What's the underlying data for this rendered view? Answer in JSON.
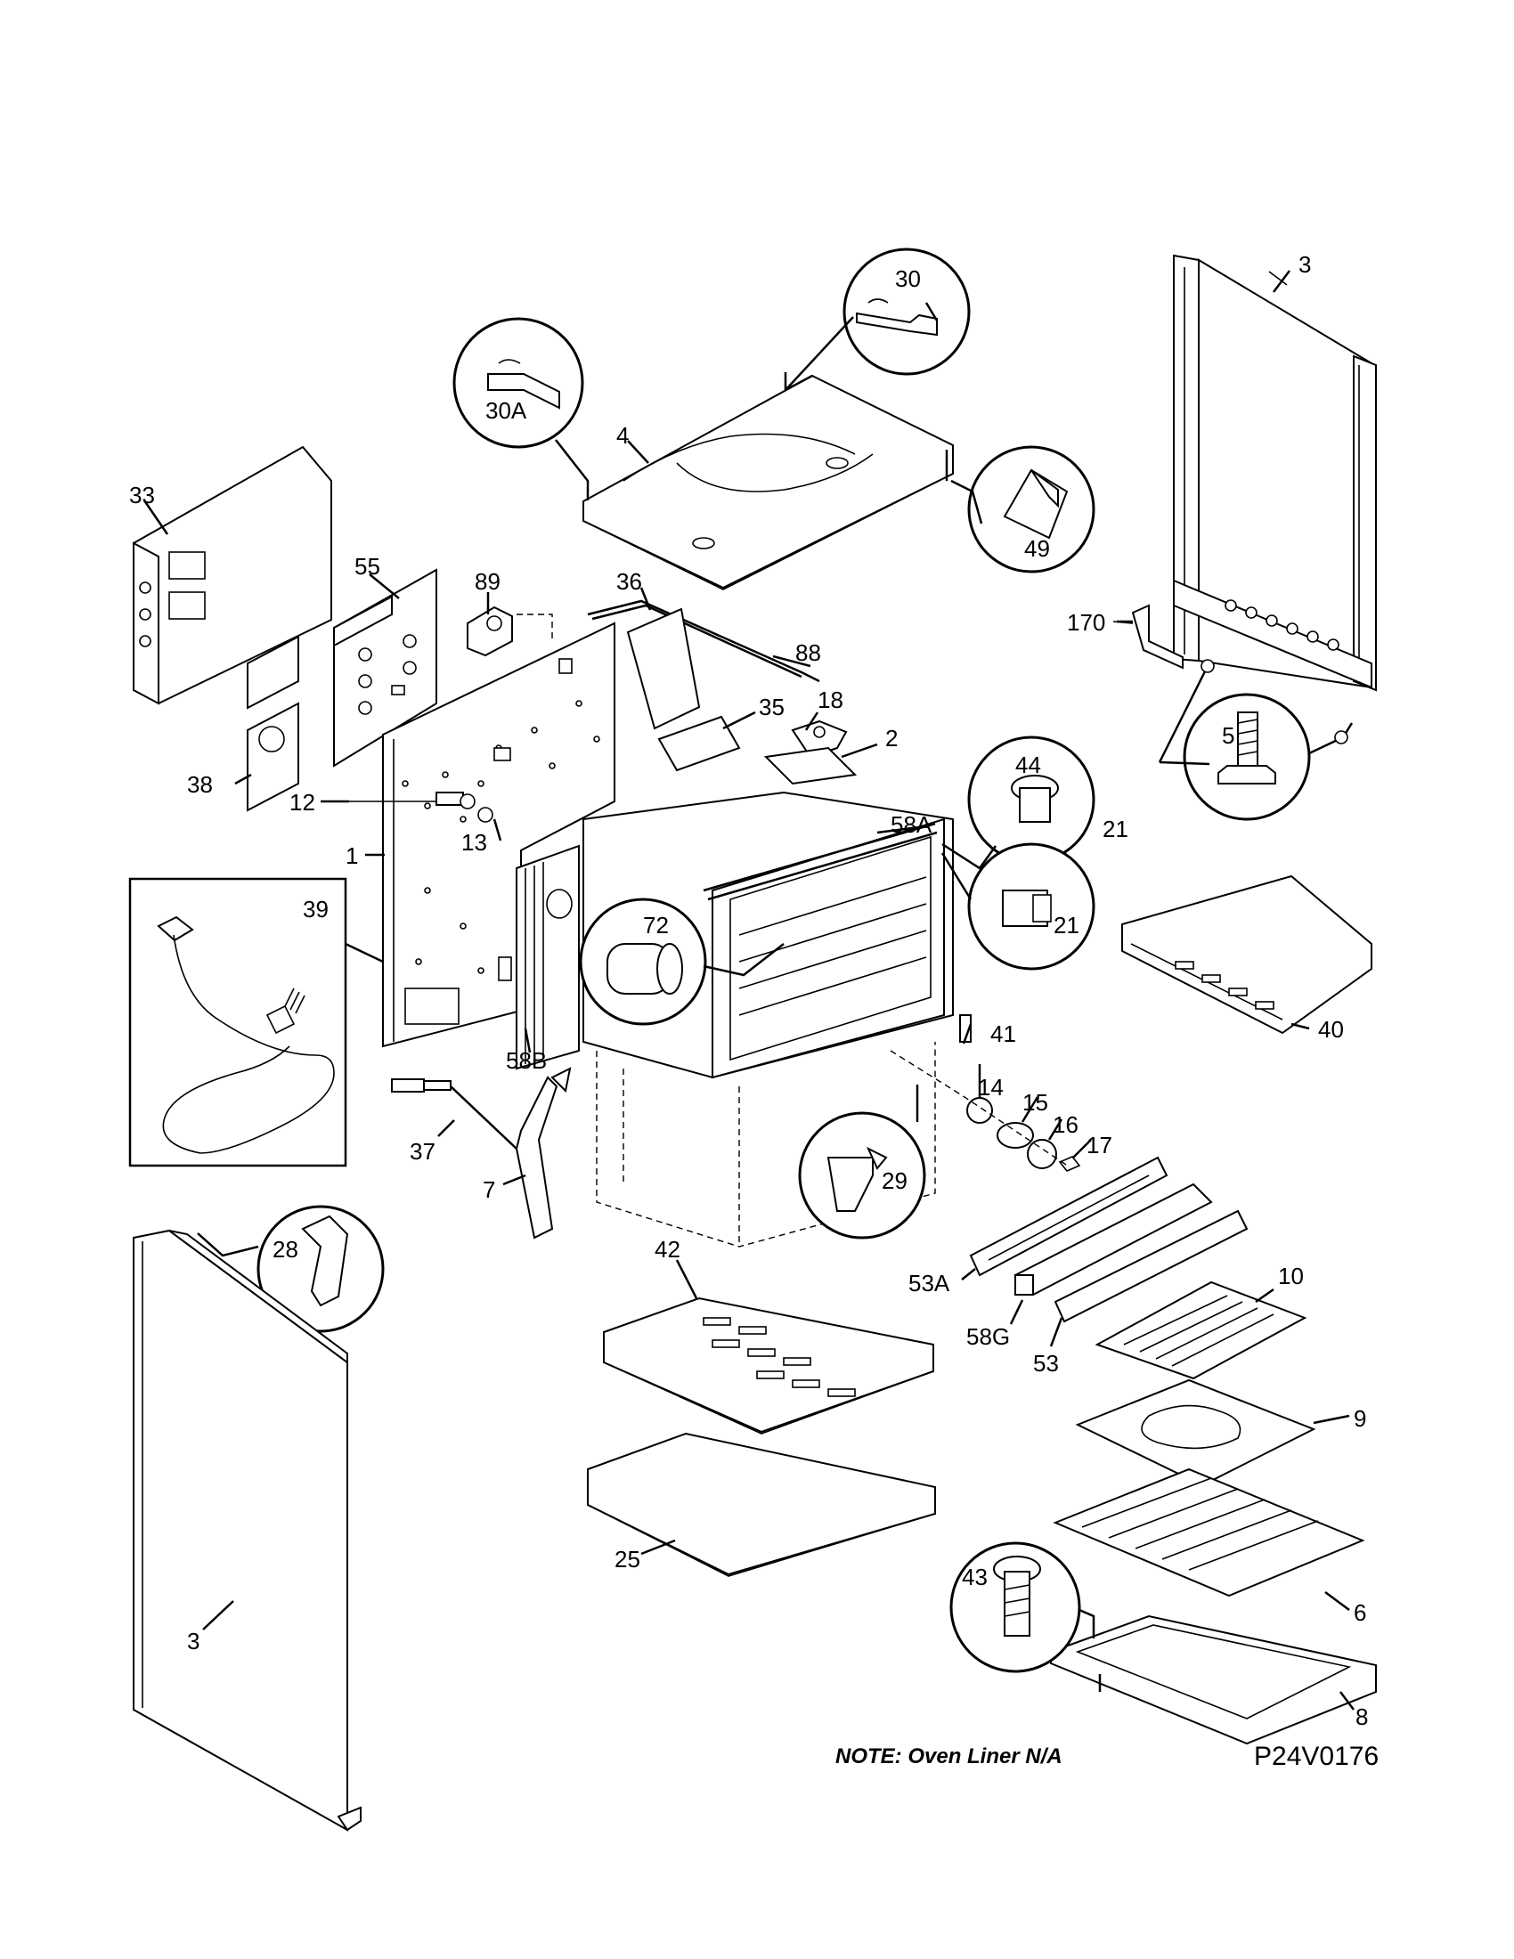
{
  "diagram": {
    "labels": {
      "l3_top": "3",
      "l30": "30",
      "l30A": "30A",
      "l4": "4",
      "l49": "49",
      "l33": "33",
      "l55": "55",
      "l89": "89",
      "l36": "36",
      "l88": "88",
      "l35": "35",
      "l18": "18",
      "l2": "2",
      "l170": "170",
      "l5": "5",
      "l38": "38",
      "l12": "12",
      "l1": "1",
      "l13": "13",
      "l58A": "58A",
      "l44": "44",
      "l21a": "21",
      "l21b": "21",
      "l39": "39",
      "l72": "72",
      "l40": "40",
      "l41": "41",
      "l58B": "58B",
      "l14": "14",
      "l15": "15",
      "l16": "16",
      "l17": "17",
      "l37": "37",
      "l7": "7",
      "l29": "29",
      "l28": "28",
      "l42": "42",
      "l53A": "53A",
      "l10": "10",
      "l58G": "58G",
      "l53": "53",
      "l9": "9",
      "l25": "25",
      "l6": "6",
      "l43": "43",
      "l3_bottom": "3",
      "l8": "8"
    },
    "note": "NOTE: Oven Liner N/A",
    "drawing_code": "P24V0176"
  }
}
